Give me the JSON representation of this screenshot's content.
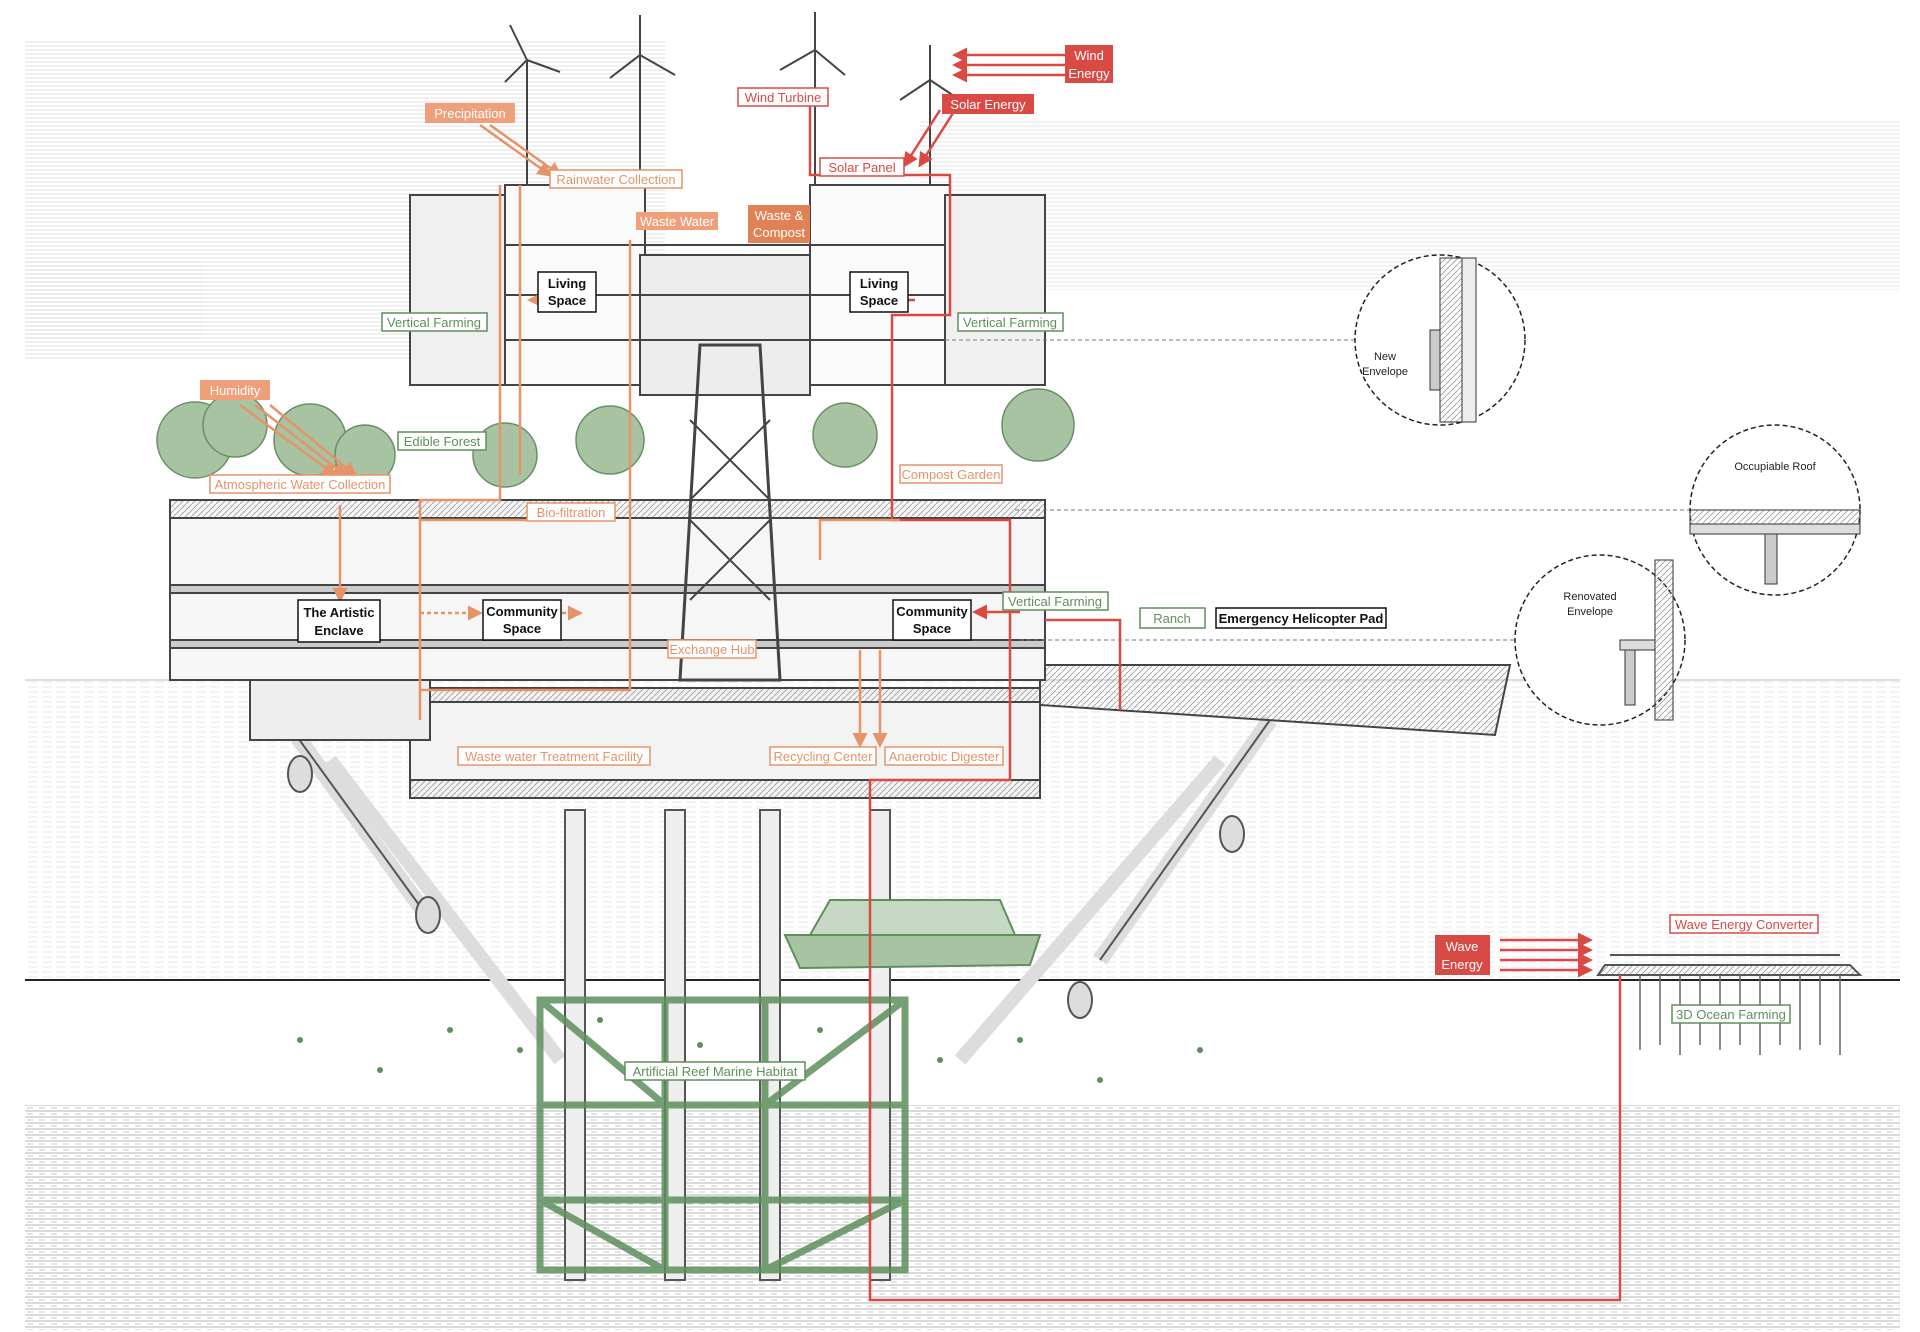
{
  "colors": {
    "orange": "#e5946a",
    "orange_fill": "#efa07a",
    "red": "#d94a45",
    "green": "#5e8f5c",
    "green_fill": "#9dbf97",
    "ink": "#3a3a3a",
    "hatch": "#c9c9c9"
  },
  "energy": {
    "wind_energy": [
      "Wind",
      "Energy"
    ],
    "wind_turbine": "Wind Turbine",
    "solar_energy": "Solar Energy",
    "solar_panel": "Solar Panel",
    "wave_energy": [
      "Wave",
      "Energy"
    ],
    "wave_converter": "Wave Energy Converter"
  },
  "water": {
    "precipitation": "Precipitation",
    "rainwater": "Rainwater Collection",
    "waste_water": "Waste Water",
    "waste_compost": [
      "Waste &",
      "Compost"
    ],
    "humidity": "Humidity",
    "atmospheric": "Atmospheric Water Collection",
    "biofiltration": "Bio-filtration",
    "exchange_hub": "Exchange Hub",
    "treatment": "Waste water Treatment Facility",
    "recycling": "Recycling Center",
    "digester": "Anaerobic Digester",
    "compost_garden": "Compost Garden"
  },
  "spaces": {
    "living_left": [
      "Living",
      "Space"
    ],
    "living_right": [
      "Living",
      "Space"
    ],
    "artistic": [
      "The Artistic",
      "Enclave"
    ],
    "community_left": [
      "Community",
      "Space"
    ],
    "community_right": [
      "Community",
      "Space"
    ],
    "helipad": "Emergency Helicopter Pad"
  },
  "green": {
    "vertical_left": "Vertical Farming",
    "vertical_right": "Vertical Farming",
    "vertical_mid": "Vertical Farming",
    "edible_forest": "Edible Forest",
    "ranch": "Ranch",
    "reef": "Artificial Reef Marine Habitat",
    "ocean_farming": "3D Ocean Farming"
  },
  "details": {
    "new_envelope": [
      "New",
      "Envelope"
    ],
    "occupiable_roof": "Occupiable Roof",
    "renovated_envelope": [
      "Renovated",
      "Envelope"
    ]
  }
}
